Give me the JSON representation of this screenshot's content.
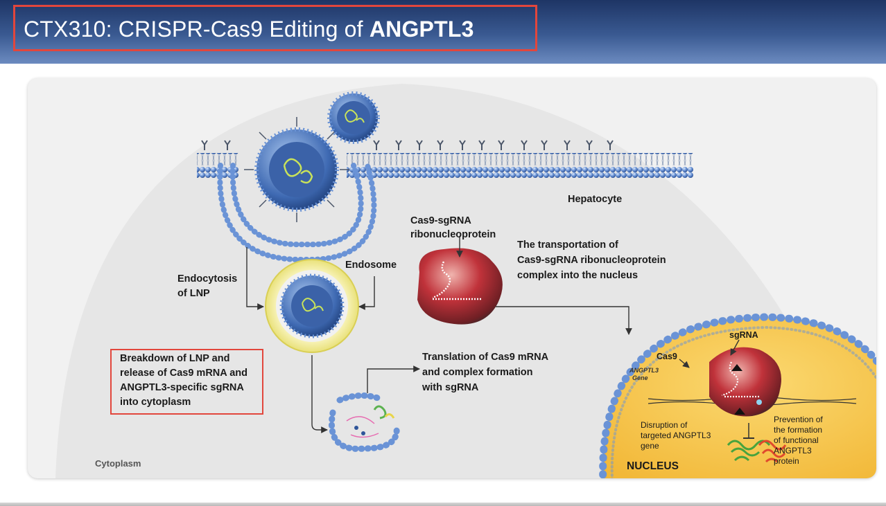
{
  "slide": {
    "title_prefix": "CTX310: CRISPR-Cas9 Editing of ",
    "title_strong": "ANGPTL3"
  },
  "diagram": {
    "labels": {
      "hepatocyte": "Hepatocyte",
      "cas9_rnp_1": "Cas9-sgRNA",
      "cas9_rnp_2": "ribonucleoprotein",
      "transport_1": "The transportation of",
      "transport_2": "Cas9-sgRNA ribonucleoprotein",
      "transport_3": "complex into the nucleus",
      "endocytosis_1": "Endocytosis",
      "endocytosis_2": "of LNP",
      "endosome": "Endosome",
      "breakdown_1": "Breakdown of LNP and",
      "breakdown_2": "release of Cas9 mRNA and",
      "breakdown_3": "ANGPTL3-specific sgRNA",
      "breakdown_4": "into cytoplasm",
      "translation_1": "Translation of Cas9 mRNA",
      "translation_2": "and complex formation",
      "translation_3": "with sgRNA",
      "sgrna": "sgRNA",
      "cas9": "Cas9",
      "gene_1": "ANGPTL3",
      "gene_2": "Gene",
      "disruption_1": "Disruption of",
      "disruption_2": "targeted ANGPTL3",
      "disruption_3": "gene",
      "prevention_1": "Prevention of",
      "prevention_2": "the formation",
      "prevention_3": "of functional",
      "prevention_4": "ANGPTL3",
      "prevention_5": "protein",
      "nucleus": "NUCLEUS",
      "cytoplasm": "Cytoplasm"
    },
    "colors": {
      "header": "#2e4a82",
      "highlight_border": "#e2463c",
      "membrane_bead": "#6a93d6",
      "nucleus_fill": "#f6c544",
      "rnp_red": "#c0323a",
      "endosome_ring": "#f6f09a"
    }
  }
}
